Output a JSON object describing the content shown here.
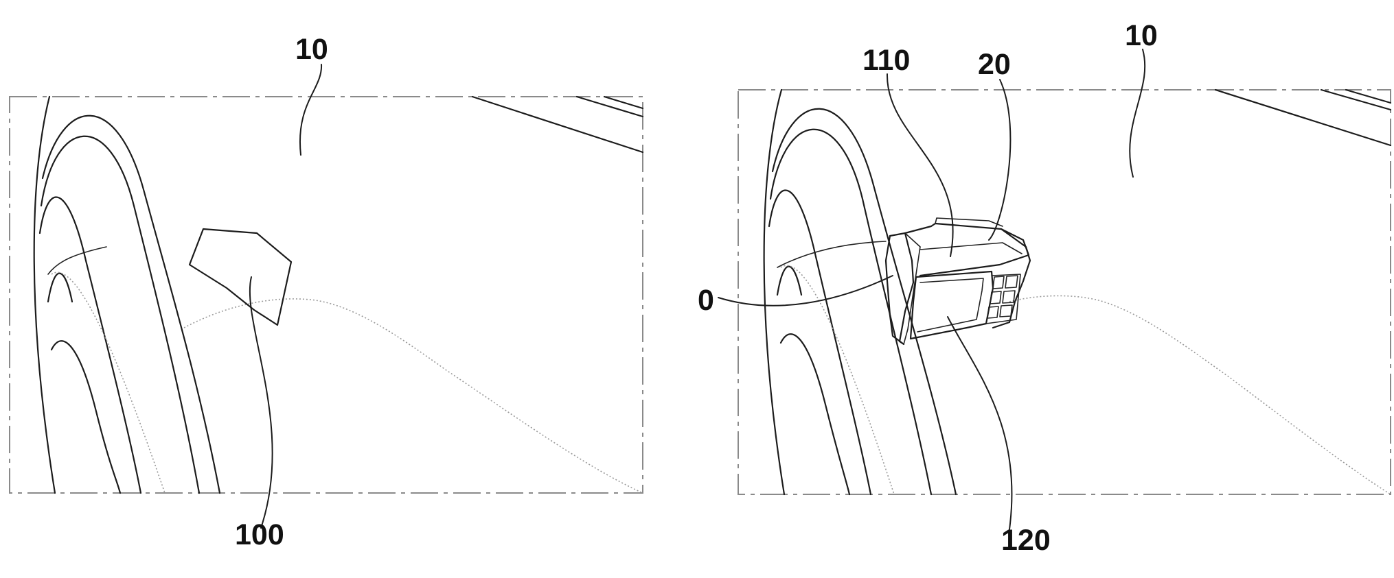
{
  "figure": {
    "left_panel": {
      "labels": {
        "vehicle": "10",
        "module": "100"
      }
    },
    "right_panel": {
      "labels": {
        "vehicle": "10",
        "cover": "110",
        "body": "20",
        "flap": "0",
        "display": "120"
      }
    }
  }
}
